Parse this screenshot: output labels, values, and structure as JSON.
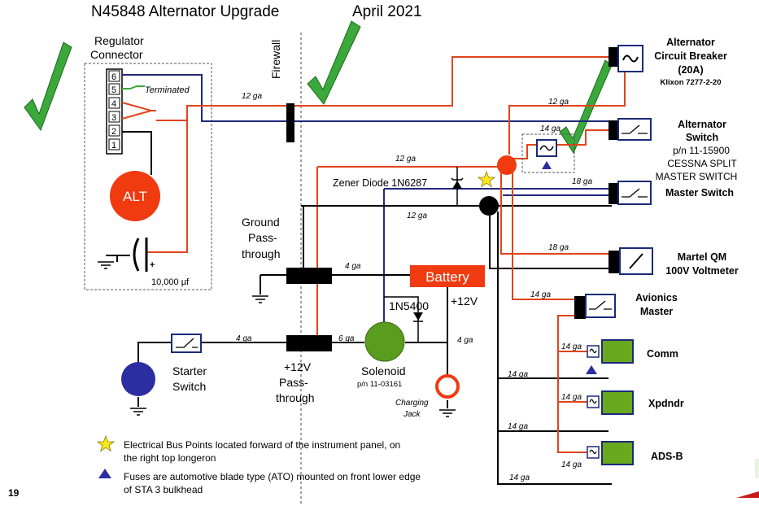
{
  "title": "N45848 Alternator Upgrade",
  "date": "April 2021",
  "page_number": "19",
  "labels": {
    "regulator_connector": [
      "Regulator",
      "Connector"
    ],
    "firewall": "Firewall",
    "terminated": "Terminated",
    "alt": "ALT",
    "capacitor_value": "10,000 µf",
    "capacitor_plus": "+",
    "zener": "Zener Diode 1N6287",
    "ground_passthrough": [
      "Ground",
      "Pass-",
      "through"
    ],
    "battery": "Battery",
    "diode_1n5400": "1N5400",
    "plus12v": "+12V",
    "plus12v_passthrough": [
      "+12V",
      "Pass-",
      "through"
    ],
    "solenoid": "Solenoid",
    "solenoid_pn": "p/n 11-03161",
    "charging_jack": [
      "Charging",
      "Jack"
    ],
    "starter_switch": [
      "Starter",
      "Switch"
    ]
  },
  "pins": [
    "6",
    "5",
    "4",
    "3",
    "2",
    "1"
  ],
  "gauges": {
    "g12_top": "12 ga",
    "g12_right": "12 ga",
    "g14_sw": "14 ga",
    "g12_zener": "12 ga",
    "g18_master": "18 ga",
    "g12_ground": "12 ga",
    "g18_volt": "18 ga",
    "g4_ground": "4 ga",
    "g14_avionics": "14 ga",
    "g4_starter": "4 ga",
    "g6_sol": "6 ga",
    "g4_jack": "4 ga",
    "g14_comm_a": "14 ga",
    "g14_comm_b": "14 ga",
    "g14_xp_a": "14 ga",
    "g14_xp_b": "14 ga",
    "g14_ads_a": "14 ga",
    "g14_ads_b": "14 ga"
  },
  "components": {
    "alt_cb": [
      "Alternator",
      "Circuit Breaker",
      "(20A)",
      "Klixon 7277-2-20"
    ],
    "alt_switch": [
      "Alternator",
      "Switch",
      "p/n 11-15900",
      "CESSNA SPLIT",
      "MASTER SWITCH"
    ],
    "master_switch": "Master Switch",
    "voltmeter": [
      "Martel QM",
      "100V Voltmeter"
    ],
    "avionics_master": [
      "Avionics",
      "Master"
    ],
    "comm": "Comm",
    "xpdndr": "Xpdndr",
    "adsb": "ADS-B"
  },
  "legend": [
    {
      "symbol": "star",
      "text": [
        "Electrical Bus Points located forward of the instrument panel, on",
        "the right top longeron"
      ]
    },
    {
      "symbol": "triangle",
      "text": [
        "Fuses are automotive blade type (ATO) mounted on front lower edge",
        "of STA 3 bulkhead"
      ]
    }
  ],
  "colors": {
    "red_wire": "#e0441c",
    "blue_wire": "#202a7a",
    "check": "#3aa83a",
    "alt_fill": "#f03a10",
    "battery_fill": "#f03a10",
    "solenoid_fill": "#5a9c1e",
    "avionics_fill": "#6aa820",
    "starter_fill": "#2a2ea0",
    "box_border": "#1a2a7a"
  }
}
